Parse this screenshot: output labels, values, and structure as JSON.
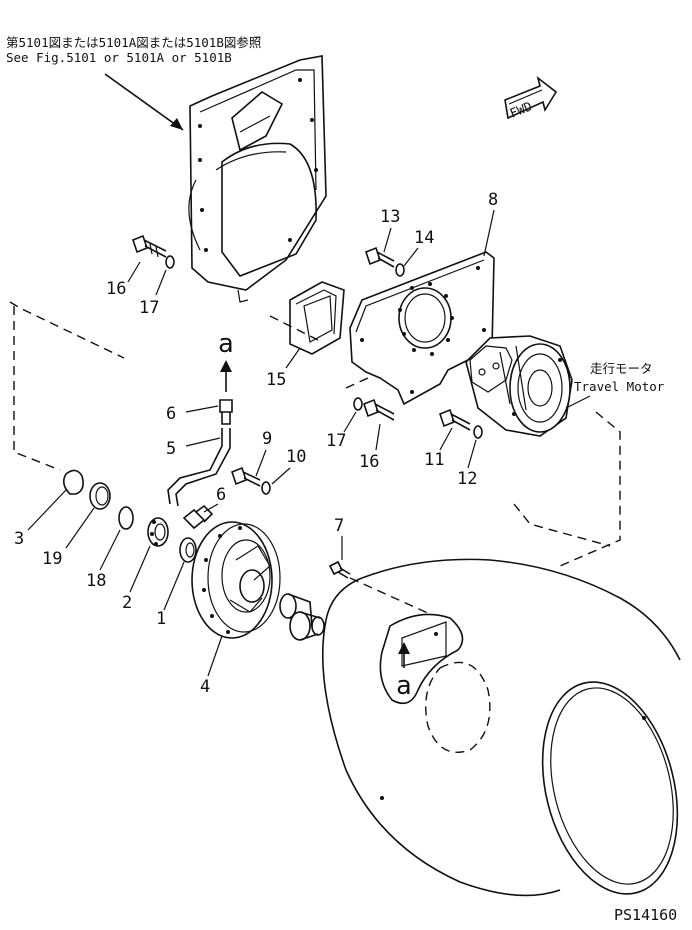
{
  "note": {
    "japanese": "第5101図または5101A図または5101B図参照",
    "english": "See Fig.5101 or 5101A or 5101B"
  },
  "fwd_label": "FWD",
  "travel_motor": {
    "japanese": "走行モータ",
    "english": "Travel Motor"
  },
  "view_marker": "a",
  "figure_id": "PS14160",
  "part_labels": {
    "p1": "1",
    "p2": "2",
    "p3": "3",
    "p4": "4",
    "p5": "5",
    "p6a": "6",
    "p6b": "6",
    "p7": "7",
    "p8": "8",
    "p9": "9",
    "p10": "10",
    "p11": "11",
    "p12": "12",
    "p13": "13",
    "p14": "14",
    "p15": "15",
    "p16a": "16",
    "p16b": "16",
    "p17a": "17",
    "p17b": "17",
    "p18": "18",
    "p19": "19"
  }
}
